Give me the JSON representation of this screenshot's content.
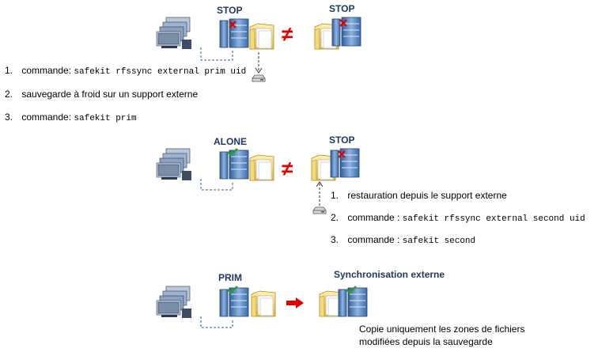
{
  "colors": {
    "title": "#1f3864",
    "neq": "#e00000",
    "arrow": "#e00000",
    "server": "#4f81bd",
    "folder": "#f0d070"
  },
  "scene1": {
    "left_state": "STOP",
    "right_state": "STOP",
    "neq": "≠",
    "steps": [
      {
        "num": "1.",
        "text": "commande:",
        "cmd": "safekit rfssync external prim uid"
      },
      {
        "num": "2.",
        "text": "sauvegarde à froid sur un support externe",
        "cmd": ""
      },
      {
        "num": "3.",
        "text": "commande:",
        "cmd": "safekit prim"
      }
    ]
  },
  "scene2": {
    "left_state": "ALONE",
    "right_state": "STOP",
    "neq": "≠",
    "steps": [
      {
        "num": "1.",
        "text": "restauration depuis le support externe",
        "cmd": ""
      },
      {
        "num": "2.",
        "text": "commande :",
        "cmd": "safekit rfssync external second uid"
      },
      {
        "num": "3.",
        "text": "commande :",
        "cmd": "safekit second"
      }
    ]
  },
  "scene3": {
    "left_state": "PRIM",
    "right_state": "Synchronisation externe",
    "note_line1": "Copie uniquement  les zones de fichiers",
    "note_line2": "modifiées depuis la sauvegarde"
  }
}
